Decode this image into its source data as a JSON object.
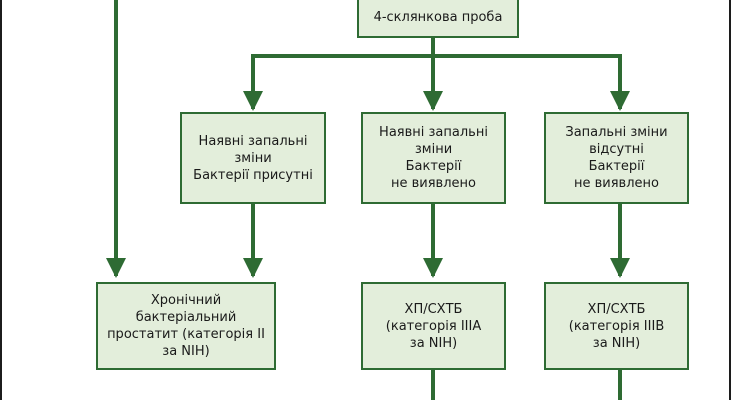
{
  "colors": {
    "box_fill": "#e3eedb",
    "box_border": "#2e6b33",
    "arrow": "#2e6b33",
    "frame": "#1c1c1c"
  },
  "top_box": {
    "lines": [
      "4-склянкова проба"
    ]
  },
  "middle_boxes": [
    {
      "lines": [
        "Наявні запальні",
        "зміни",
        "Бактерії присутні"
      ]
    },
    {
      "lines": [
        "Наявні запальні",
        "зміни",
        "Бактерії",
        "не виявлено"
      ]
    },
    {
      "lines": [
        "Запальні зміни",
        "відсутні",
        "Бактерії",
        "не виявлено"
      ]
    }
  ],
  "bottom_boxes": [
    {
      "lines": [
        "Хронічний",
        "бактеріальний",
        "простатит (категорія II",
        "за NIH)"
      ]
    },
    {
      "lines": [
        "ХП/СХТБ",
        "(категорія IIIA",
        "за NIH)"
      ]
    },
    {
      "lines": [
        "ХП/СХТБ",
        "(категорія IIIB",
        "за NIH)"
      ]
    }
  ]
}
